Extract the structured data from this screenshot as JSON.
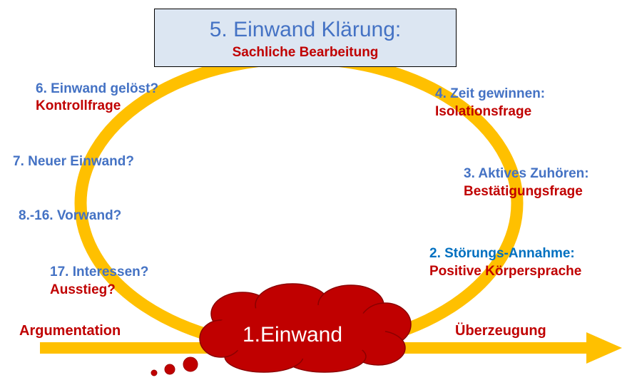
{
  "title": {
    "main": "5. Einwand Klärung:",
    "sub": "Sachliche Bearbeitung"
  },
  "center": "1.Einwand",
  "left_arrow_label": "Argumentation",
  "right_arrow_label": "Überzeugung",
  "steps_left": [
    {
      "q": "6. Einwand gelöst?",
      "a": "Kontrollfrage"
    },
    {
      "q": "7. Neuer Einwand?",
      "a": ""
    },
    {
      "q": "8.-16. Vorwand?",
      "a": ""
    },
    {
      "q": "17. Interessen?",
      "a": "Ausstieg?"
    }
  ],
  "steps_right": [
    {
      "q": "4. Zeit gewinnen:",
      "a": "Isolationsfrage"
    },
    {
      "q": "3. Aktives Zuhören:",
      "a": "Bestätigungsfrage"
    },
    {
      "q": "2. Störungs-Annahme:",
      "a": "Positive Körpersprache"
    }
  ],
  "colors": {
    "ring": "#ffc000",
    "cloud": "#c00000",
    "blue": "#4472c4",
    "red": "#c00000",
    "box": "#dce6f2"
  }
}
